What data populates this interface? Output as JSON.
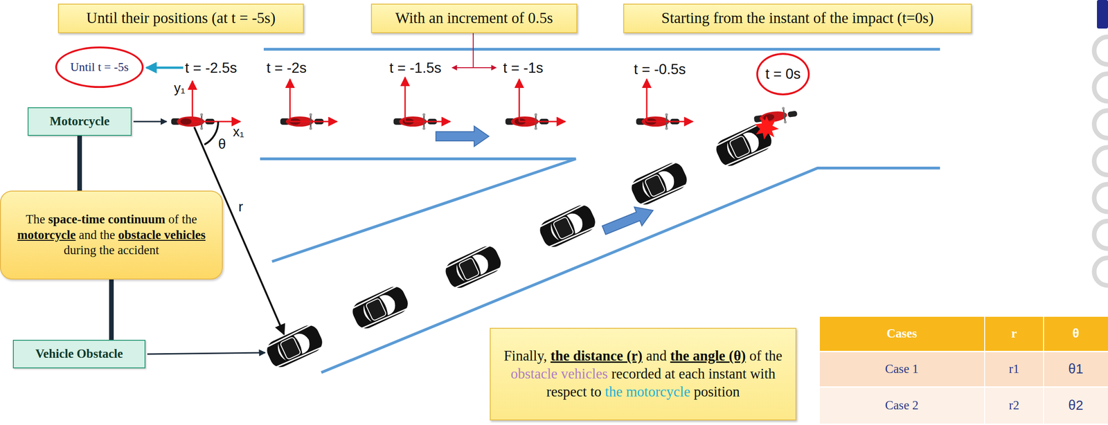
{
  "diagram": {
    "nodes": [
      {
        "text": [
          "Until their positions (at t = -5s)"
        ]
      },
      {
        "text": [
          "With an increment of 0.5s"
        ]
      },
      {
        "text": [
          "Starting from the instant of the impact (t=0s)"
        ]
      },
      {
        "text": [
          "Until t = -5s"
        ]
      },
      {
        "text": [
          "t = 0s"
        ]
      },
      {
        "text": [
          "Motorcycle"
        ]
      },
      {
        "text": [
          "The",
          "space-time continuum",
          "of the",
          "motorcycle",
          "and the",
          "obstacle vehicles",
          "during the accident"
        ]
      },
      {
        "text": [
          "Vehicle Obstacle"
        ]
      },
      {
        "text": [
          "Finally,",
          "the distance (r)",
          "and",
          "the angle (θ)",
          "of the",
          "obstacle vehicles",
          "recorded at each instant with respect to",
          "the motorcycle",
          "position"
        ]
      }
    ],
    "edges": [
      {
        "from": 5,
        "to": 6,
        "arrow": "none"
      },
      {
        "from": 6,
        "to": 7,
        "arrow": "none"
      }
    ],
    "labels": [
      "t = -2.5s",
      "t = -2s",
      "t = -1.5s",
      "t = -1s",
      "t = -0.5s",
      "y₁",
      "x₁",
      "θ",
      "r",
      "Cases",
      "r",
      "θ",
      "Case 1",
      "r1",
      "θ1",
      "Case 2",
      "r2",
      "θ2"
    ]
  }
}
